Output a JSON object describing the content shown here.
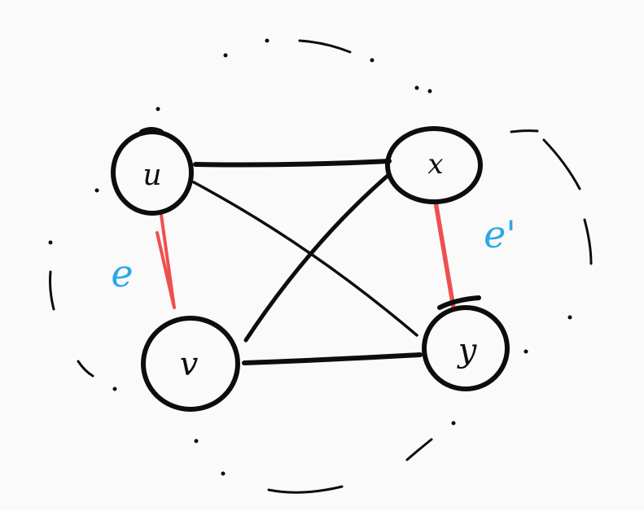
{
  "diagram": {
    "nodes": [
      {
        "id": "u",
        "label": "u"
      },
      {
        "id": "x",
        "label": "x"
      },
      {
        "id": "v",
        "label": "v"
      },
      {
        "id": "y",
        "label": "y"
      }
    ],
    "edges": [
      {
        "id": "u-x",
        "from": "u",
        "to": "x",
        "color": "#0d0d0d"
      },
      {
        "id": "v-y",
        "from": "v",
        "to": "y",
        "color": "#0d0d0d"
      },
      {
        "id": "u-y",
        "from": "u",
        "to": "y",
        "color": "#0d0d0d"
      },
      {
        "id": "x-v",
        "from": "x",
        "to": "v",
        "color": "#0d0d0d"
      },
      {
        "id": "u-v",
        "from": "u",
        "to": "v",
        "color": "#ef4f4f",
        "label": "e"
      },
      {
        "id": "x-y",
        "from": "x",
        "to": "y",
        "color": "#ef4f4f",
        "label": "e'"
      }
    ],
    "colors": {
      "ink": "#0d0d0d",
      "highlight_edge": "#ef4f4f",
      "edge_label": "#2aa7e8",
      "background": "#fafafa"
    }
  }
}
